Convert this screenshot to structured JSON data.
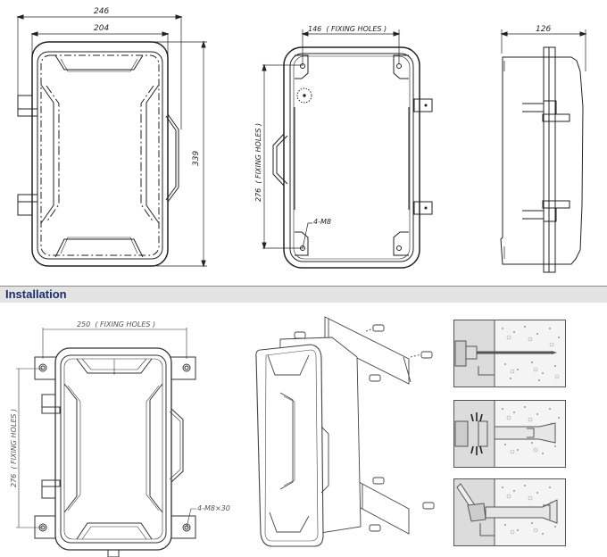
{
  "drawings": {
    "front_view": {
      "width_overall": "246",
      "width_body": "204",
      "height_overall": "339"
    },
    "back_view": {
      "fixing_holes_width_label": "146  ( FIXING HOLES )",
      "fixing_holes_height_label": "276  ( FIXING HOLES )",
      "hole_callout": "4-M8"
    },
    "side_view": {
      "depth": "126"
    }
  },
  "section": {
    "title": "Installation"
  },
  "installation": {
    "mounting_view": {
      "fixing_holes_width_label": "250  ( FIXING HOLES )",
      "fixing_holes_height_label": "276  ( FIXING HOLES )",
      "hole_callout": "4-M8×30"
    },
    "exploded_view": {},
    "anchor_steps": [
      {
        "step": "drill"
      },
      {
        "step": "insert-anchor"
      },
      {
        "step": "tighten"
      }
    ]
  },
  "colors": {
    "section_bar_bg": "#e3e3e3",
    "section_title": "#1c2f6b",
    "line": "#222222"
  }
}
